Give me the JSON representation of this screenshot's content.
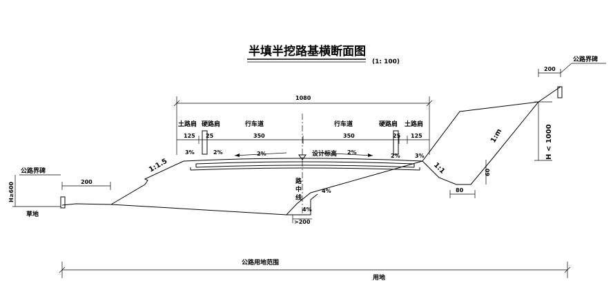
{
  "title": "半填半挖路基横断面图",
  "scale": "(1: 100)",
  "dims": {
    "total_width": "1080",
    "shoulder_soil_w": "125",
    "shoulder_hard_w": "25",
    "lane_w": "350",
    "left_offset": "200",
    "right_offset": "200",
    "ditch_bottom": "80",
    "ditch_depth": "60",
    "bench_width": ">200",
    "cut_height": "H < 1000",
    "marker_height": "H≥600"
  },
  "labels": {
    "soil_shoulder_left": "土路肩",
    "hard_shoulder_left": "硬路肩",
    "lane_left": "行车道",
    "lane_right": "行车道",
    "hard_shoulder_right": "硬路肩",
    "soil_shoulder_right": "土路肩",
    "design_elevation": "设计标高",
    "centerline": "路中线",
    "boundary_marker_left": "公路界碑",
    "boundary_marker_right": "公路界碑",
    "ground": "草地",
    "land_range": "公路用地范围",
    "land_note": "用地"
  },
  "slopes": {
    "fill": "1:1.5",
    "ditch": "1:1",
    "cut": "1:m",
    "shoulder_l": "3%",
    "hard_l": "2%",
    "lane_l": "2%",
    "lane_r": "2%",
    "hard_r": "2%",
    "shoulder_r": "3%",
    "bench": "4%"
  }
}
